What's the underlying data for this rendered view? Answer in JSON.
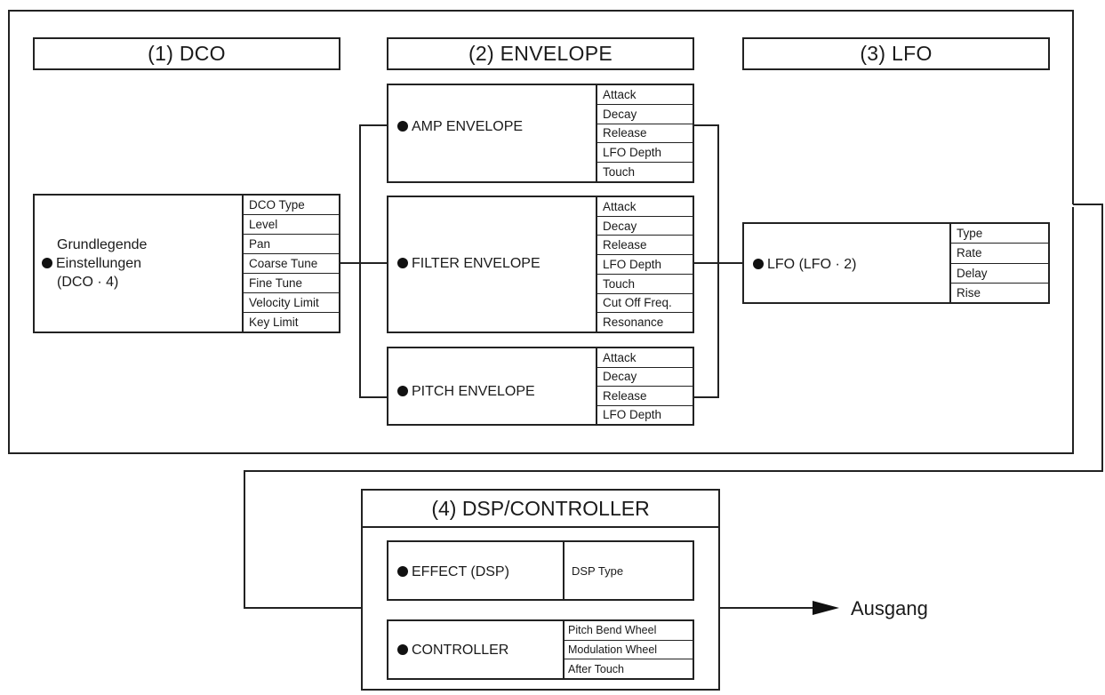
{
  "sections": {
    "dco": "(1) DCO",
    "envelope": "(2) ENVELOPE",
    "lfo": "(3) LFO",
    "dsp_controller": "(4) DSP/CONTROLLER"
  },
  "dco_block": {
    "title_line1": "Grundlegende",
    "title_line2": "Einstellungen",
    "title_line3": "(DCO · 4)",
    "params": [
      "DCO Type",
      "Level",
      "Pan",
      "Coarse Tune",
      "Fine Tune",
      "Velocity Limit",
      "Key Limit"
    ]
  },
  "amp_envelope": {
    "title": "AMP ENVELOPE",
    "params": [
      "Attack",
      "Decay",
      "Release",
      "LFO Depth",
      "Touch"
    ]
  },
  "filter_envelope": {
    "title": "FILTER ENVELOPE",
    "params": [
      "Attack",
      "Decay",
      "Release",
      "LFO Depth",
      "Touch",
      "Cut Off Freq.",
      "Resonance"
    ]
  },
  "pitch_envelope": {
    "title": "PITCH ENVELOPE",
    "params": [
      "Attack",
      "Decay",
      "Release",
      "LFO Depth"
    ]
  },
  "lfo_block": {
    "title": "LFO (LFO · 2)",
    "params": [
      "Type",
      "Rate",
      "Delay",
      "Rise"
    ]
  },
  "effect_block": {
    "title": "EFFECT (DSP)",
    "params": [
      "DSP Type"
    ]
  },
  "controller_block": {
    "title": "CONTROLLER",
    "params": [
      "Pitch Bend Wheel",
      "Modulation Wheel",
      "After Touch"
    ]
  },
  "output_label": "Ausgang"
}
